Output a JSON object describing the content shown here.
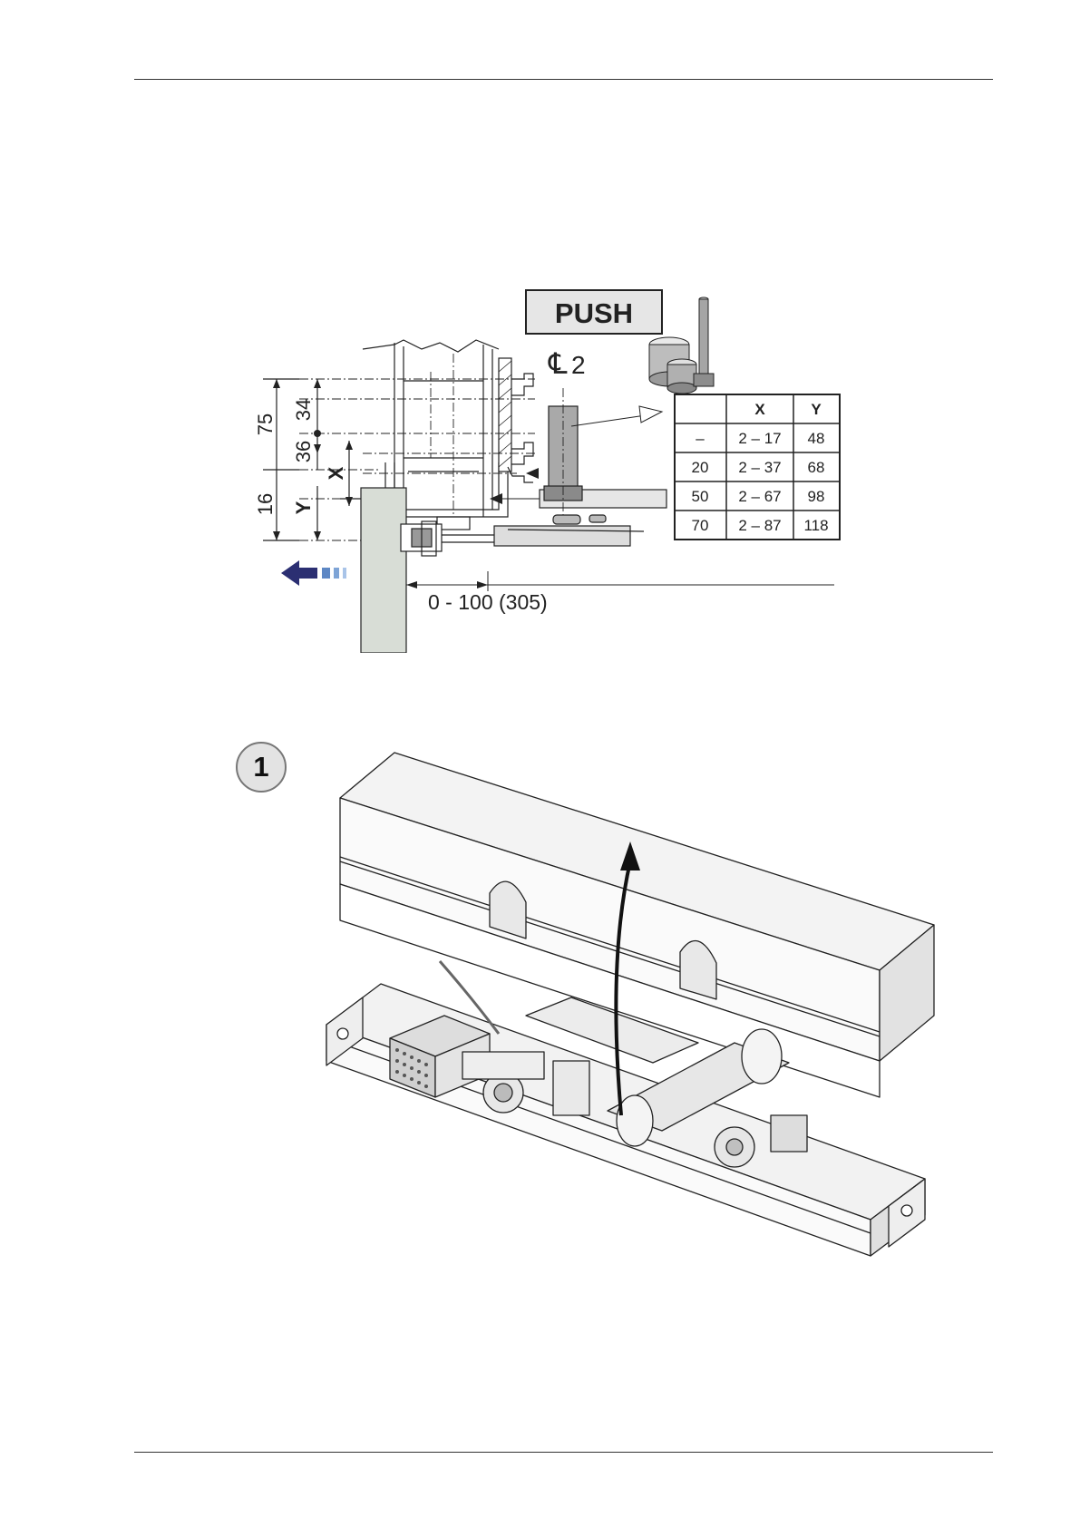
{
  "figure1": {
    "push_label": "PUSH",
    "cl_symbol": "℄",
    "cl_index": "2",
    "dimensions": {
      "d75": "75",
      "d34": "34",
      "d36": "36",
      "d16": "16",
      "dx": "X",
      "dy": "Y"
    },
    "travel_label": "0 - 100 (305)",
    "table": {
      "headers": [
        "",
        "X",
        "Y"
      ],
      "rows": [
        [
          "–",
          "2 – 17",
          "48"
        ],
        [
          "20",
          "2 – 37",
          "68"
        ],
        [
          "50",
          "2 – 67",
          "98"
        ],
        [
          "70",
          "2 – 87",
          "118"
        ]
      ]
    }
  },
  "figure2": {
    "step_number": "1"
  },
  "colors": {
    "arrow_navy": "#2b2f72",
    "arrow_blue": "#5d87c4",
    "door_fill": "#d8ddd6",
    "rod_fill": "#a9a9a9"
  }
}
